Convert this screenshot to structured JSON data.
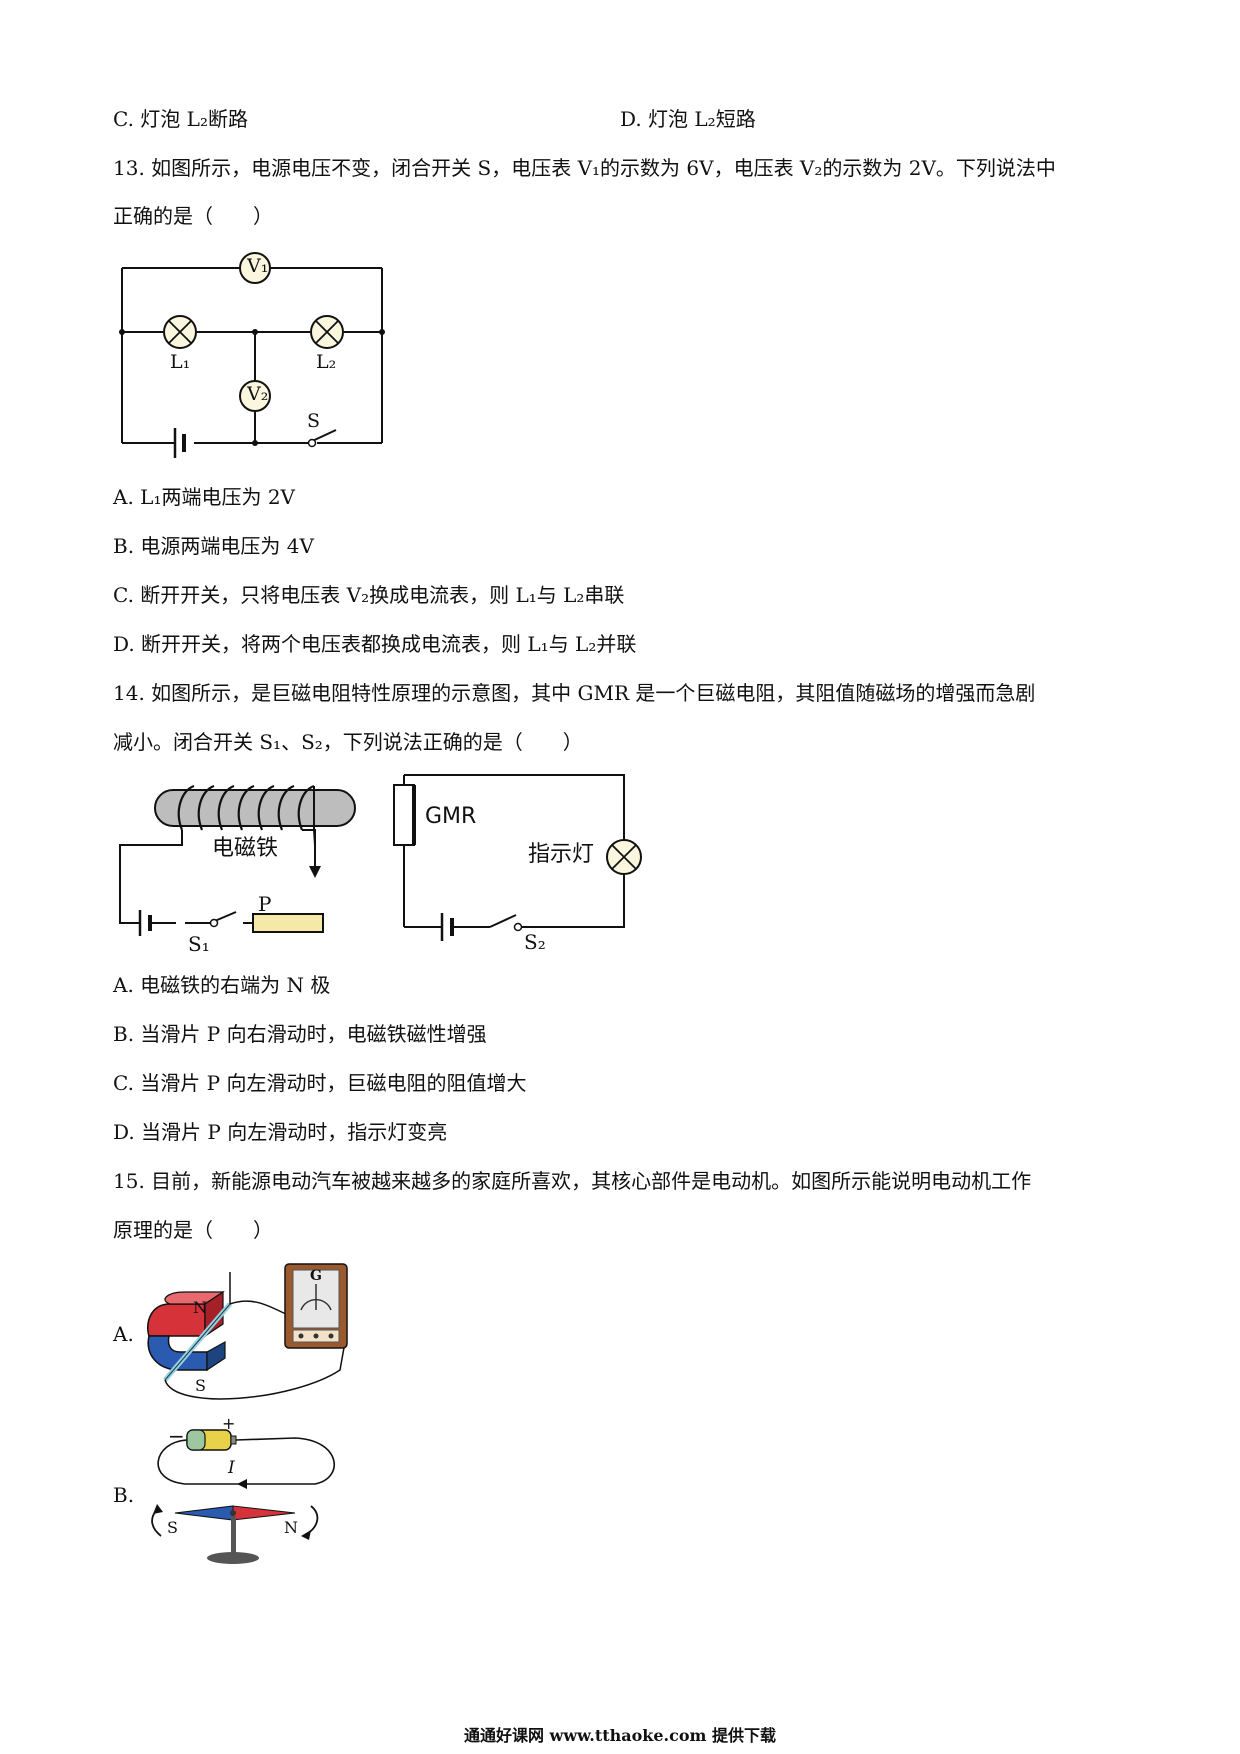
{
  "q12": {
    "c": "C. 灯泡 L₂断路",
    "d": "D. 灯泡 L₂短路"
  },
  "q13": {
    "stem1": "13. 如图所示，电源电压不变，闭合开关 S，电压表 V₁的示数为 6V，电压表 V₂的示数为 2V。下列说法中",
    "stem2": "正确的是（　　）",
    "fig": {
      "v1": "V₁",
      "v2": "V₂",
      "l1": "L₁",
      "l2": "L₂",
      "s": "S"
    },
    "a": "A. L₁两端电压为 2V",
    "b": "B. 电源两端电压为 4V",
    "c": "C. 断开开关，只将电压表 V₂换成电流表，则 L₁与 L₂串联",
    "d": "D. 断开开关，将两个电压表都换成电流表，则 L₁与 L₂并联"
  },
  "q14": {
    "stem1": "14. 如图所示，是巨磁电阻特性原理的示意图，其中 GMR 是一个巨磁电阻，其阻值随磁场的增强而急剧",
    "stem2": "减小。闭合开关 S₁、S₂，下列说法正确的是（　　）",
    "fig": {
      "magnet": "电磁铁",
      "p": "P",
      "s1": "S₁",
      "gmr": "GMR",
      "lamp": "指示灯",
      "s2": "S₂"
    },
    "a": "A. 电磁铁的右端为 N 极",
    "b": "B. 当滑片 P 向右滑动时，电磁铁磁性增强",
    "c": "C. 当滑片 P 向左滑动时，巨磁电阻的阻值增大",
    "d": "D. 当滑片 P 向左滑动时，指示灯变亮"
  },
  "q15": {
    "stem1": "15. 目前，新能源电动汽车被越来越多的家庭所喜欢，其核心部件是电动机。如图所示能说明电动机工作",
    "stem2": "原理的是（　　）",
    "a_label": "A.",
    "a_fig": {
      "n": "N",
      "s": "S",
      "g": "G"
    },
    "b_label": "B.",
    "b_fig": {
      "minus": "−",
      "plus": "+",
      "i": "I",
      "s": "S",
      "n": "N"
    }
  },
  "footer": "通通好课网  www.tthaoke.com  提供下载",
  "colors": {
    "magnet_red": "#d6323a",
    "magnet_blue": "#2a5bb0",
    "battery": "#e8d24a",
    "meter_wood": "#9b5a2e"
  }
}
